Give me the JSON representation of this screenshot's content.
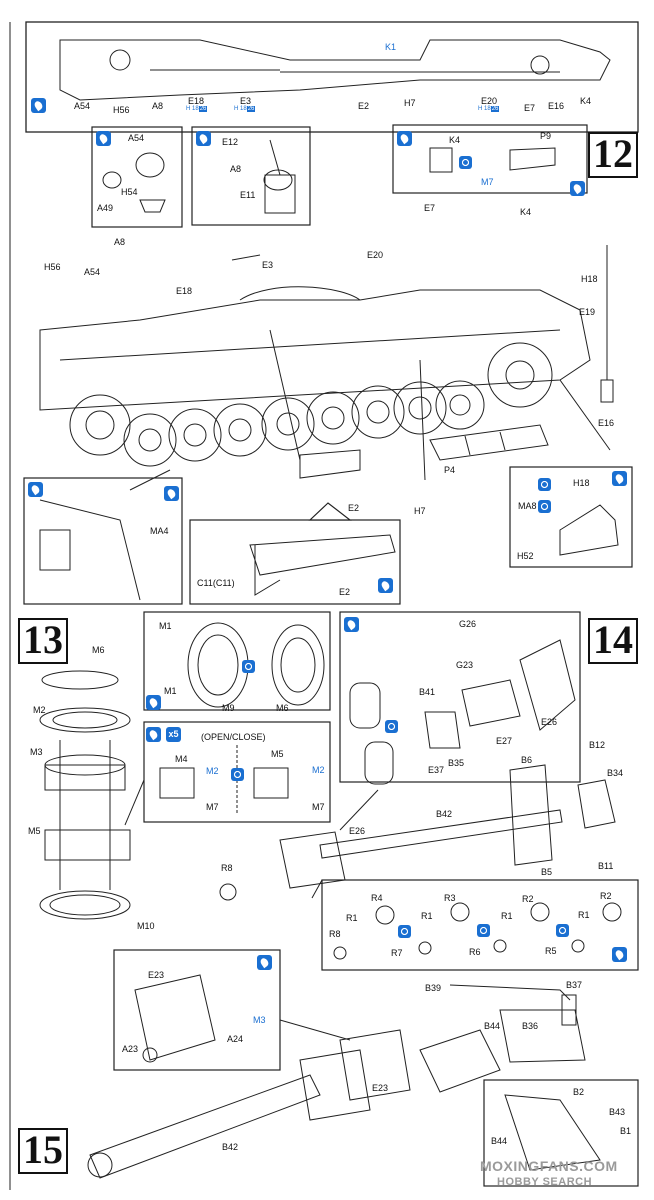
{
  "steps": {
    "s12": "12",
    "s13": "13",
    "s14": "14",
    "s15": "15"
  },
  "open_close_label": "(OPEN/CLOSE)",
  "step12": {
    "top_labels": {
      "K1": "K1",
      "A54": "A54",
      "H56": "H56",
      "A8": "A8",
      "E18": "E18",
      "E3": "E3",
      "E2": "E2",
      "H7": "H7",
      "E20": "E20",
      "E7": "E7",
      "E16": "E16",
      "K4": "K4"
    },
    "badges": {
      "e18": [
        "H",
        "18",
        "26"
      ],
      "e3": [
        "H",
        "18",
        "26"
      ],
      "e20": [
        "H",
        "18",
        "26"
      ]
    },
    "detail_a": {
      "A54": "A54",
      "A49": "A49",
      "H54": "H54"
    },
    "detail_b": {
      "E12": "E12",
      "A8": "A8",
      "E11": "E11"
    },
    "detail_c": {
      "K4": "K4",
      "P9": "P9",
      "M7": "M7"
    },
    "main": {
      "E7": "E7",
      "K4": "K4",
      "E20": "E20",
      "A8": "A8",
      "H18": "H18",
      "H56": "H56",
      "A54": "A54",
      "E3": "E3",
      "E18": "E18",
      "E19": "E19",
      "E16": "E16",
      "P4": "P4",
      "H7": "H7",
      "E2": "E2"
    },
    "detail_d": {
      "MA4": "MA4"
    },
    "detail_e": {
      "C11": "C11(C11)",
      "E2": "E2"
    },
    "detail_f": {
      "MA8": "MA8",
      "H18": "H18",
      "H52": "H52"
    }
  },
  "step13": {
    "M1a": "M1",
    "M1b": "M1",
    "M9": "M9",
    "M6b": "M6",
    "M6": "M6",
    "M2": "M2",
    "M3": "M3",
    "M5": "M5",
    "M10": "M10",
    "hatch": {
      "M4": "M4",
      "M2": "M2",
      "M7": "M7",
      "M5": "M5",
      "M2b": "M2",
      "M7b": "M7"
    }
  },
  "step14": {
    "G26": "G26",
    "G23": "G23",
    "B41": "B41",
    "E26": "E26",
    "E27": "E27",
    "E37": "E37",
    "B35": "B35",
    "B12": "B12",
    "B6": "B6",
    "B34": "B34",
    "E26b": "E26",
    "B42": "B42",
    "R8": "R8",
    "B5": "B5",
    "B11": "B11",
    "sub": {
      "R4": "R4",
      "R3": "R3",
      "R2a": "R2",
      "R2b": "R2",
      "R1a": "R1",
      "R1b": "R1",
      "R1c": "R1",
      "R1d": "R1",
      "R8": "R8",
      "R7": "R7",
      "R6": "R6",
      "R5": "R5"
    }
  },
  "step15": {
    "E23": "E23",
    "M3": "M3",
    "A23": "A23",
    "A24": "A24",
    "B39": "B39",
    "B37": "B37",
    "B44": "B44",
    "B36": "B36",
    "E23b": "E23",
    "B42": "B42",
    "inset": {
      "B2": "B2",
      "B43": "B43",
      "B44": "B44",
      "B1": "B1"
    }
  },
  "watermark": {
    "line1": "MOXINGFANS.COM",
    "line2": "HOBBY SEARCH"
  },
  "colors": {
    "accent": "#1a6fd1",
    "ink": "#111111"
  }
}
